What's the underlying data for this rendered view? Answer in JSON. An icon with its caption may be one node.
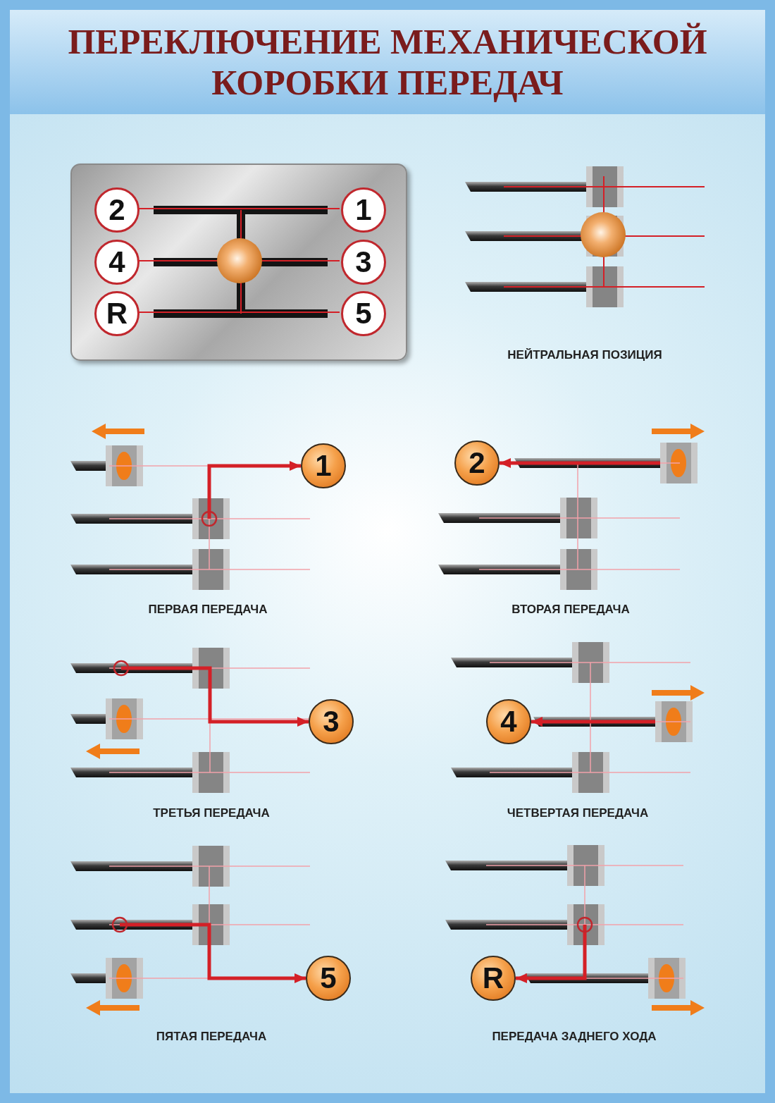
{
  "diagram": {
    "title": "ПЕРЕКЛЮЧЕНИЕ МЕХАНИЧЕСКОЙ КОРОБКИ ПЕРЕДАЧ",
    "nodes": [
      {
        "text": [],
        "shape": "box"
      },
      {
        "text": [
          "2"
        ],
        "in": 0
      },
      {
        "text": [
          "1"
        ],
        "in": 0
      },
      {
        "text": [
          "4"
        ],
        "in": 0
      },
      {
        "text": [
          "3"
        ],
        "in": 0
      },
      {
        "text": [
          "R"
        ],
        "in": 0
      },
      {
        "text": [
          "5"
        ],
        "in": 0
      },
      {
        "text": [
          "1"
        ]
      },
      {
        "text": [
          "2"
        ]
      },
      {
        "text": [
          "3"
        ]
      },
      {
        "text": [
          "4"
        ]
      },
      {
        "text": [
          "5"
        ]
      },
      {
        "text": [
          "R"
        ]
      }
    ],
    "edges": [
      {
        "from": 1,
        "to": 2,
        "arrow": "none"
      },
      {
        "from": 3,
        "to": 4,
        "arrow": "none"
      },
      {
        "from": 5,
        "to": 6,
        "arrow": "none"
      },
      {
        "from": null,
        "to": 7,
        "arrow": "to"
      },
      {
        "from": null,
        "to": 8,
        "arrow": "to"
      },
      {
        "from": null,
        "to": 9,
        "arrow": "to"
      },
      {
        "from": null,
        "to": 10,
        "arrow": "to"
      },
      {
        "from": null,
        "to": 11,
        "arrow": "to"
      },
      {
        "from": null,
        "to": 12,
        "arrow": "to"
      }
    ],
    "labels": [
      "НЕЙТРАЛЬНАЯ ПОЗИЦИЯ",
      "ПЕРВАЯ ПЕРЕДАЧА",
      "ВТОРАЯ ПЕРЕДАЧА",
      "ТРЕТЬЯ ПЕРЕДАЧА",
      "ЧЕТВЕРТАЯ ПЕРЕДАЧА",
      "ПЯТАЯ ПЕРЕДАЧА",
      "ПЕРЕДАЧА ЗАДНЕГО ХОДА"
    ]
  }
}
